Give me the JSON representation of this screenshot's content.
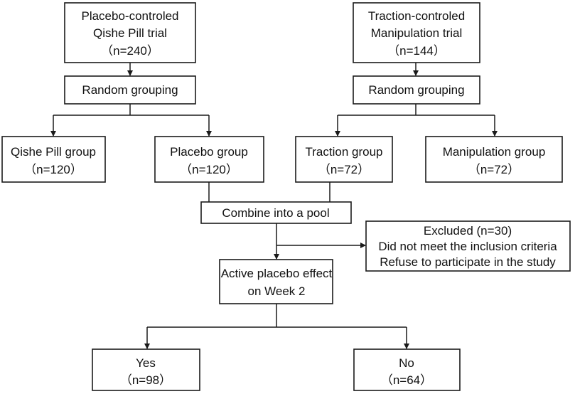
{
  "nodes": {
    "trial_a": {
      "lines": [
        "Placebo-controled",
        "Qishe Pill trial",
        "（n=240）"
      ]
    },
    "trial_b": {
      "lines": [
        "Traction-controled",
        "Manipulation trial",
        "（n=144）"
      ]
    },
    "random_a": {
      "lines": [
        "Random grouping"
      ]
    },
    "random_b": {
      "lines": [
        "Random grouping"
      ]
    },
    "qishe_group": {
      "lines": [
        "Qishe Pill group",
        "（n=120）"
      ]
    },
    "placebo_group": {
      "lines": [
        "Placebo group",
        "（n=120）"
      ]
    },
    "traction_group": {
      "lines": [
        "Traction group",
        "（n=72）"
      ]
    },
    "manipulation_group": {
      "lines": [
        "Manipulation group",
        "（n=72）"
      ]
    },
    "pool": {
      "lines": [
        "Combine into a pool"
      ]
    },
    "excluded": {
      "lines": [
        "Excluded (n=30)",
        "Did not meet the inclusion criteria",
        "Refuse to participate in the study"
      ]
    },
    "active_placebo": {
      "lines": [
        "Active placebo effect",
        "on Week 2"
      ]
    },
    "yes": {
      "lines": [
        "Yes",
        "（n=98）"
      ]
    },
    "no": {
      "lines": [
        "No",
        "（n=64）"
      ]
    }
  }
}
